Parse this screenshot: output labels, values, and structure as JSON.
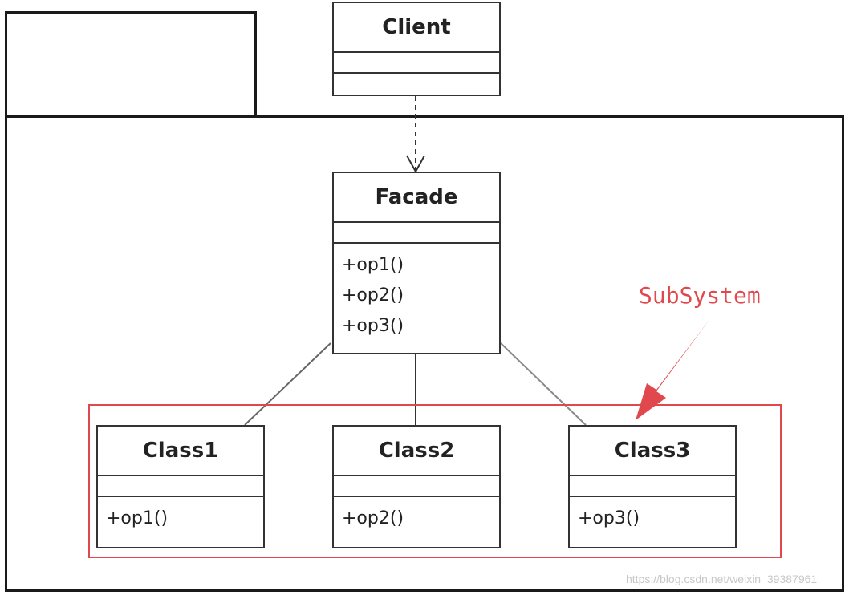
{
  "diagram": {
    "client": {
      "name": "Client",
      "operations": []
    },
    "facade": {
      "name": "Facade",
      "operations": [
        "+op1()",
        "+op2()",
        "+op3()"
      ]
    },
    "subsystem_classes": [
      {
        "name": "Class1",
        "operations": [
          "+op1()"
        ]
      },
      {
        "name": "Class2",
        "operations": [
          "+op2()"
        ]
      },
      {
        "name": "Class3",
        "operations": [
          "+op3()"
        ]
      }
    ],
    "subsystem_label": "SubSystem"
  },
  "colors": {
    "highlight": "#e0484e",
    "line": "#333333"
  },
  "watermark": "https://blog.csdn.net/weixin_39387961"
}
